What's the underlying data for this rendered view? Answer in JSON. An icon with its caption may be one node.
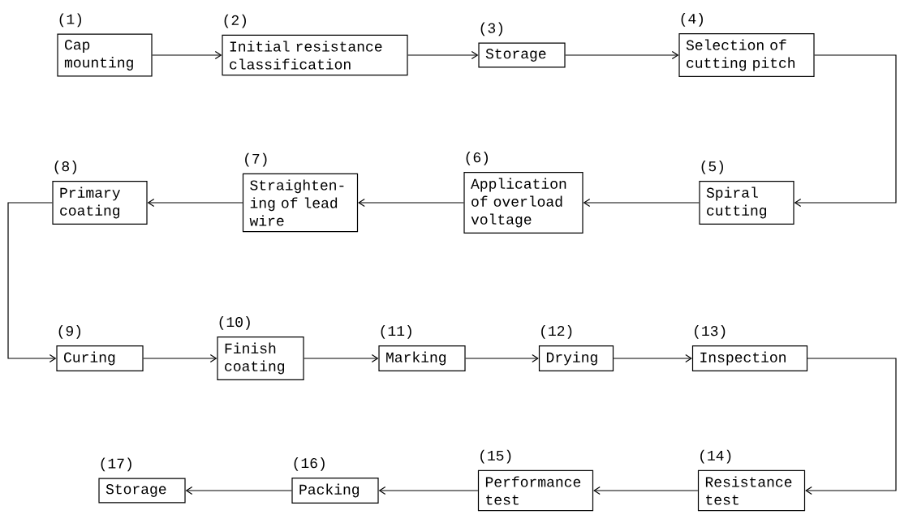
{
  "diagram": {
    "nodes": [
      {
        "text": [
          "(1)",
          "Cap mounting"
        ]
      },
      {
        "text": [
          "(2)",
          "Initial resistance classification"
        ]
      },
      {
        "text": [
          "(3)",
          "Storage"
        ]
      },
      {
        "text": [
          "(4)",
          "Selection of cutting pitch"
        ]
      },
      {
        "text": [
          "(5)",
          "Spiral cutting"
        ]
      },
      {
        "text": [
          "(6)",
          "Application of overload voltage"
        ]
      },
      {
        "text": [
          "(7)",
          "Straighten-ing of lead wire"
        ]
      },
      {
        "text": [
          "(8)",
          "Primary coating"
        ]
      },
      {
        "text": [
          "(9)",
          "Curing"
        ]
      },
      {
        "text": [
          "(10)",
          "Finish coating"
        ]
      },
      {
        "text": [
          "(11)",
          "Marking"
        ]
      },
      {
        "text": [
          "(12)",
          "Drying"
        ]
      },
      {
        "text": [
          "(13)",
          "Inspection"
        ]
      },
      {
        "text": [
          "(14)",
          "Resistance test"
        ]
      },
      {
        "text": [
          "(15)",
          "Performance test"
        ]
      },
      {
        "text": [
          "(16)",
          "Packing"
        ]
      },
      {
        "text": [
          "(17)",
          "Storage"
        ]
      }
    ],
    "edges": [
      {
        "from": 0,
        "to": 1,
        "arrow": "to"
      },
      {
        "from": 1,
        "to": 2,
        "arrow": "to"
      },
      {
        "from": 2,
        "to": 3,
        "arrow": "to"
      },
      {
        "from": 3,
        "to": 4,
        "arrow": "to"
      },
      {
        "from": 4,
        "to": 5,
        "arrow": "to"
      },
      {
        "from": 5,
        "to": 6,
        "arrow": "to"
      },
      {
        "from": 6,
        "to": 7,
        "arrow": "to"
      },
      {
        "from": 7,
        "to": 8,
        "arrow": "to"
      },
      {
        "from": 8,
        "to": 9,
        "arrow": "to"
      },
      {
        "from": 9,
        "to": 10,
        "arrow": "to"
      },
      {
        "from": 10,
        "to": 11,
        "arrow": "to"
      },
      {
        "from": 11,
        "to": 12,
        "arrow": "to"
      },
      {
        "from": 12,
        "to": 13,
        "arrow": "to"
      },
      {
        "from": 13,
        "to": 14,
        "arrow": "to"
      },
      {
        "from": 14,
        "to": 15,
        "arrow": "to"
      },
      {
        "from": 15,
        "to": 16,
        "arrow": "to"
      }
    ]
  }
}
